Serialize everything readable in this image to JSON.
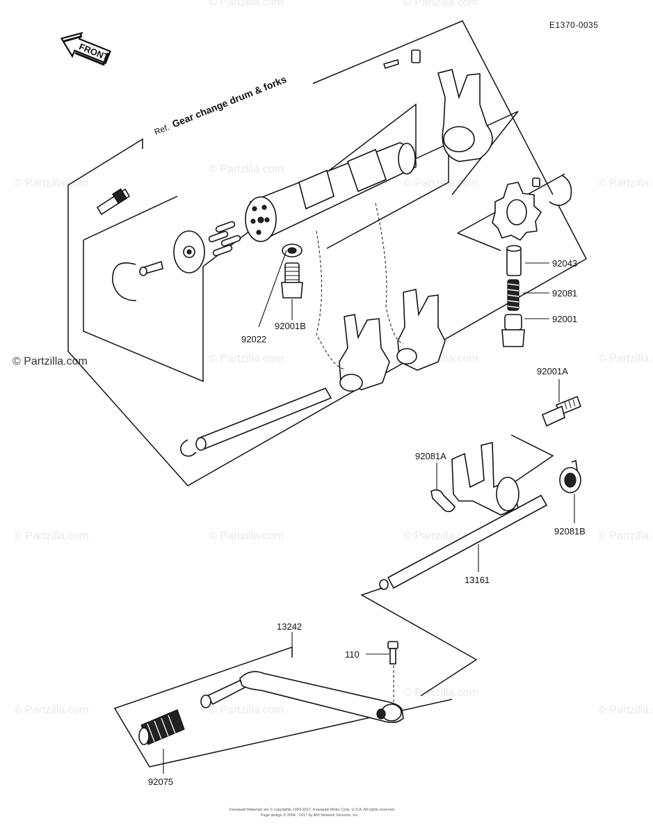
{
  "diagram": {
    "ref_code": "E1370-0035",
    "front_label": "FRONT",
    "ref_prefix": "Ref.",
    "ref_title": "Gear change drum & forks",
    "watermark": "© Partzilla.com",
    "footer_line1": "Kawasaki Materials are © copyrights 1993-2017, Kawasaki Motor Corp. U.S.A. All rights reserved.",
    "footer_line2": "Page design © 2004 - 2017 by ARI Network Services, Inc.",
    "parts": [
      {
        "id": "92043"
      },
      {
        "id": "92081"
      },
      {
        "id": "92001"
      },
      {
        "id": "92022"
      },
      {
        "id": "92001B"
      },
      {
        "id": "92001A"
      },
      {
        "id": "92081A"
      },
      {
        "id": "92081B"
      },
      {
        "id": "13161"
      },
      {
        "id": "13242"
      },
      {
        "id": "110"
      },
      {
        "id": "92075"
      }
    ]
  }
}
